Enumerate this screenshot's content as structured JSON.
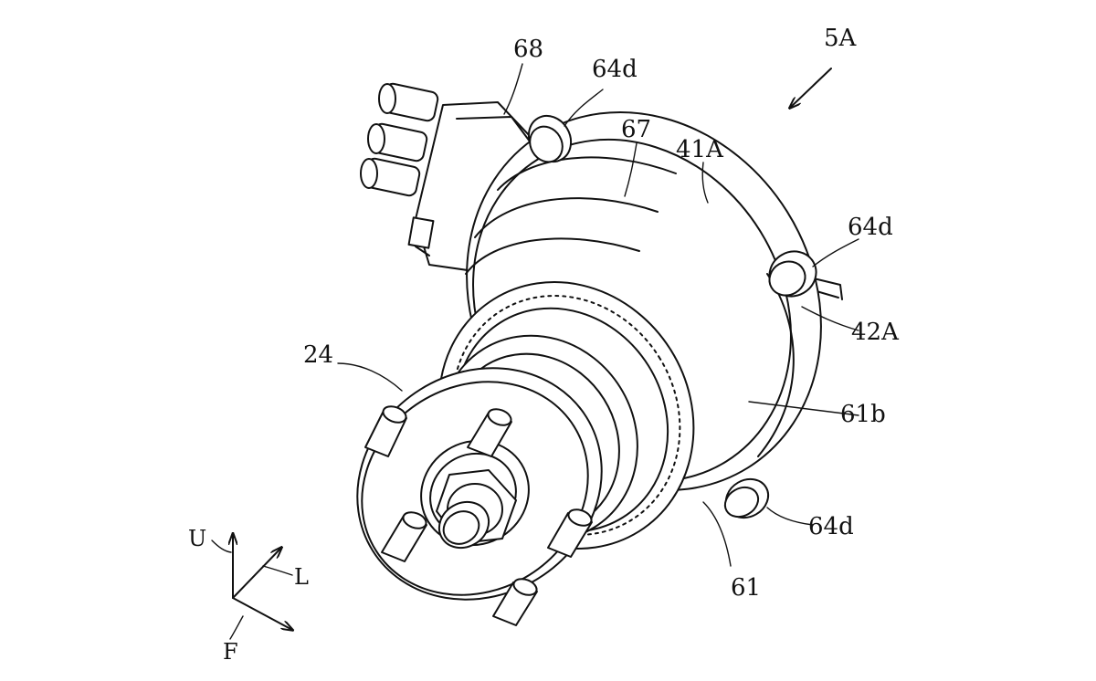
{
  "labels": {
    "figure_ref": "5A",
    "l68": "68",
    "l64d_top": "64d",
    "l67": "67",
    "l41A": "41A",
    "l64d_right": "64d",
    "l42A": "42A",
    "l24": "24",
    "l61b": "61b",
    "l64d_bottom": "64d",
    "l61": "61"
  },
  "axes": {
    "up": "U",
    "left": "L",
    "front": "F"
  }
}
